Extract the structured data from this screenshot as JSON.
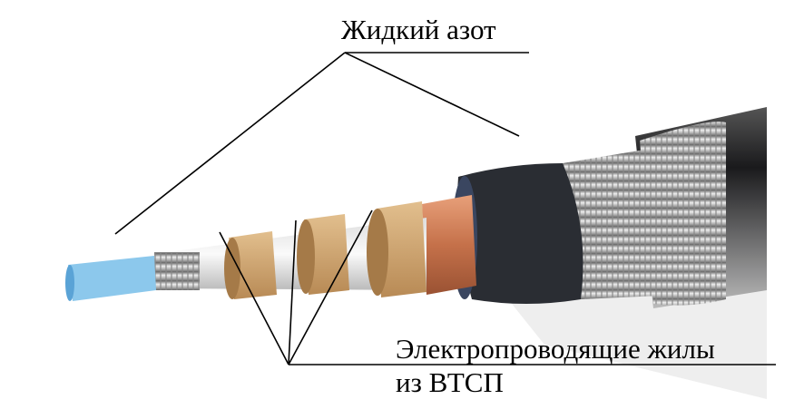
{
  "labels": {
    "liquid_nitrogen": "Жидкий азот",
    "conductors_line1": "Электропроводящие жилы",
    "conductors_line2": "из ВТСП"
  },
  "colors": {
    "nitrogen": "#8cc8ec",
    "insulation_ring": "#c9a06a",
    "copper": "#c97a4f",
    "dark_layer": "#2a2d33",
    "steel": "#c8cacd",
    "jacket": "#1c1d20"
  }
}
